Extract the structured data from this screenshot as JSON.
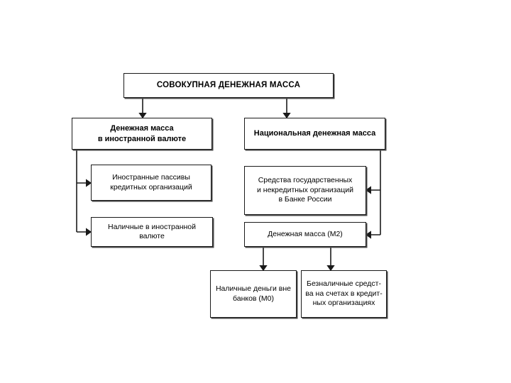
{
  "diagram": {
    "title_text": "СОВОКУПНАЯ ДЕНЕЖНАЯ МАССА",
    "nodes": {
      "root": {
        "label": "СОВОКУПНАЯ ДЕНЕЖНАЯ МАССА"
      },
      "foreign_currency_money": {
        "label": "Денежная масса\nв иностранной валюте"
      },
      "national_money": {
        "label": "Национальная денежная масса"
      },
      "foreign_liabilities": {
        "label": "Иностранные пассивы\nкредитных организаций"
      },
      "foreign_cash": {
        "label": "Наличные в иностранной валюте"
      },
      "state_funds_cbr": {
        "label": "Средства государственных\nи некредитных организаций\nв Банке России"
      },
      "money_supply_m2": {
        "label": "Денежная масса (М2)"
      },
      "cash_outside_banks_m0": {
        "label": "Наличные деньги вне\nбанков (М0)"
      },
      "noncash_accounts": {
        "label": "Безналичные средст-\nва на счетах в кредит-\nных организациях"
      }
    },
    "colors": {
      "background": "#ffffff",
      "box_border": "#1a1a1a",
      "box_fill": "#ffffff",
      "shadow": "#4a4a4a",
      "connector": "#1a1a1a",
      "text": "#000000"
    }
  }
}
